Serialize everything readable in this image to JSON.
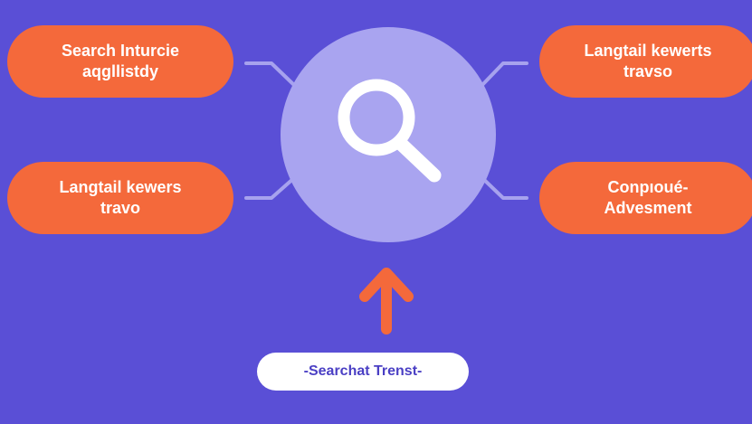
{
  "colors": {
    "background": "#5a4fd6",
    "pill": "#f4693b",
    "pill_text": "#ffffff",
    "hub": "#a9a4f0",
    "connector": "#a7a2ee",
    "icon": "#ffffff",
    "arrow": "#f4693b",
    "label_bg": "#ffffff",
    "label_text": "#4a3fc4"
  },
  "nodes": {
    "top_left": "Search Inturcie\naqgllistdy",
    "bottom_left": "Langtail kewers\ntravo",
    "top_right": "Langtail kewerts\ntravso",
    "bottom_right": "Conpıoué-\nAdvesment"
  },
  "center_icon": "search-icon",
  "arrow_icon": "arrow-up-icon",
  "bottom_label": "-Searchat Trenst-"
}
